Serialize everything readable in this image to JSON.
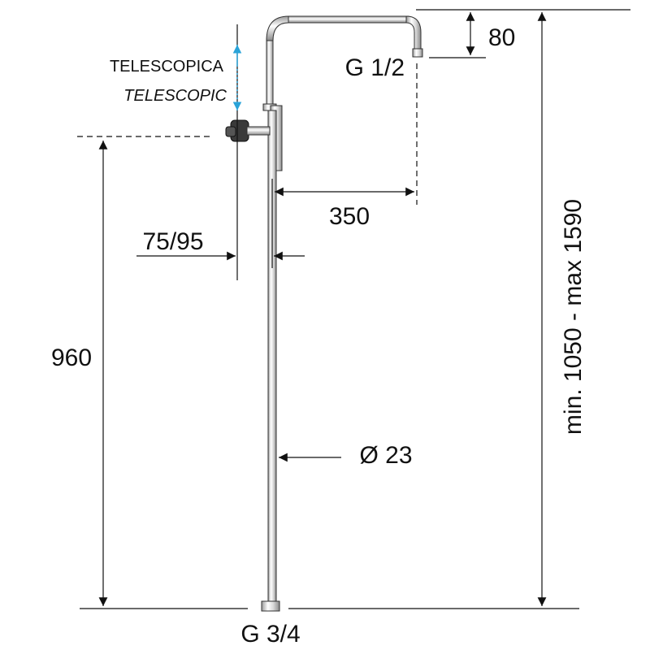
{
  "labels": {
    "telescopica": "TELESCOPICA",
    "telescopic": "TELESCOPIC",
    "outlet_thread": "G 1/2",
    "inlet_thread": "G 3/4",
    "drop_height": "80",
    "arm_reach": "350",
    "holder_offset": "75/95",
    "holder_height": "960",
    "diameter": "Ø 23",
    "total_height": "min. 1050 - max 1590"
  },
  "colors": {
    "line": "#111111",
    "telescopic_arrow": "#2aa3d8"
  }
}
